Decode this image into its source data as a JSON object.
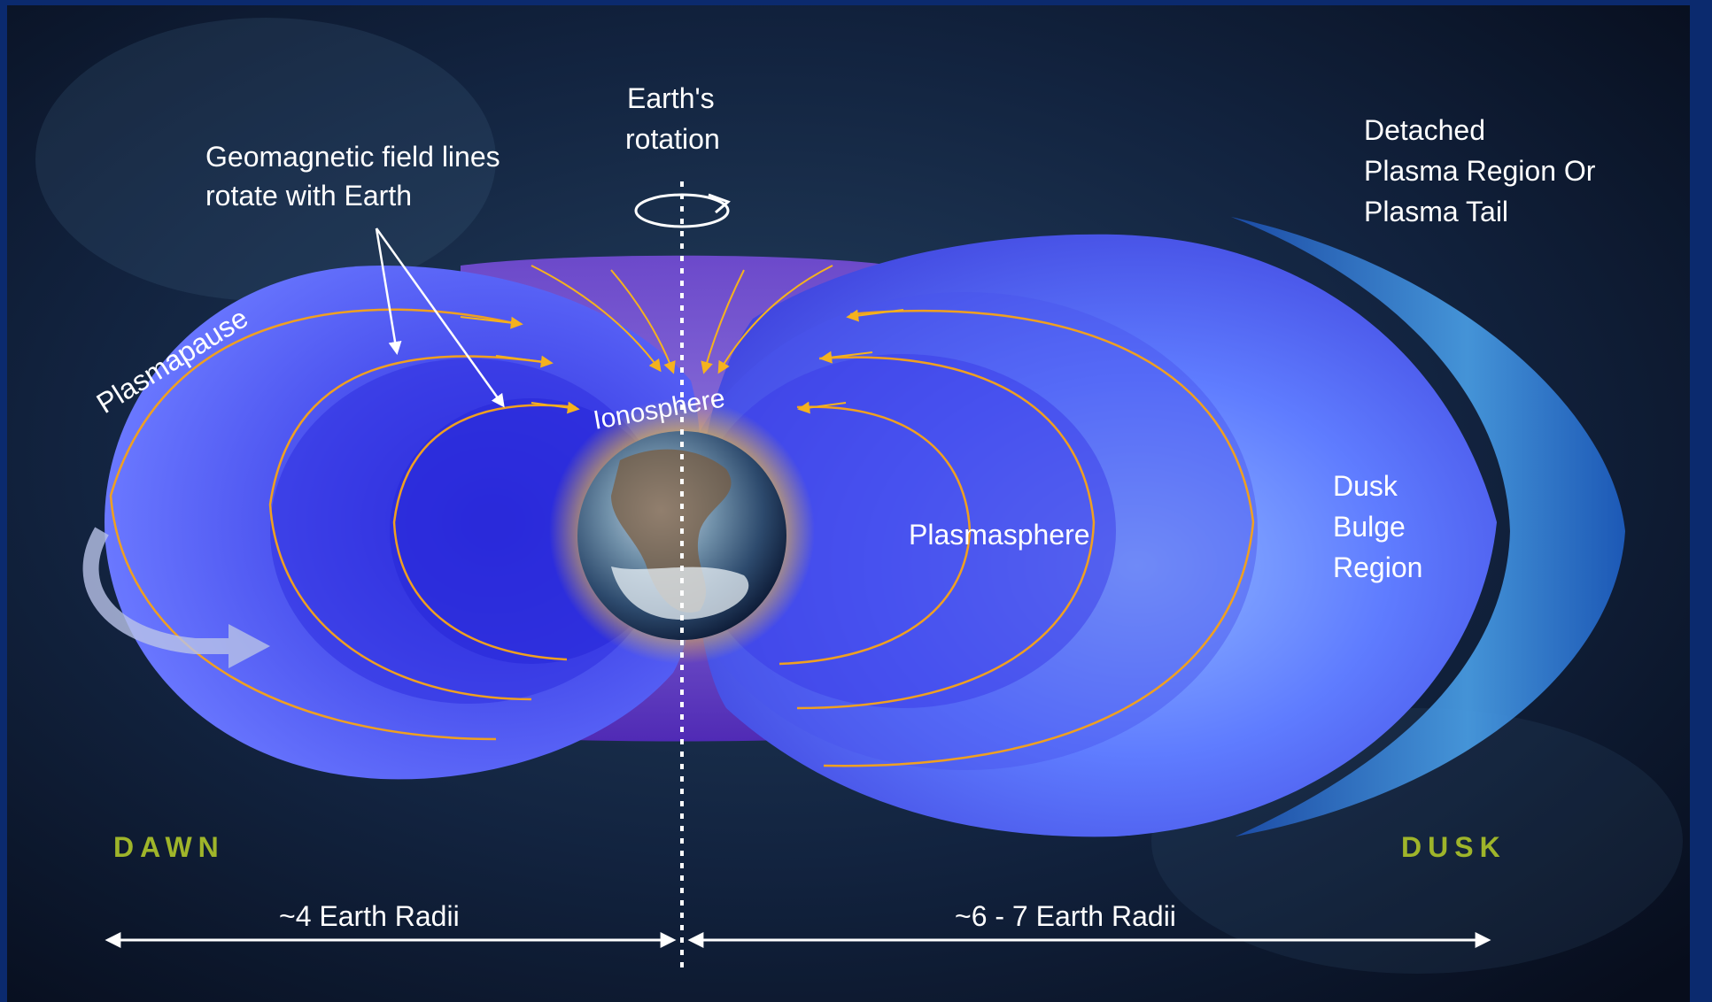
{
  "labels": {
    "geomagnetic_line1": "Geomagnetic field lines",
    "geomagnetic_line2": "rotate with Earth",
    "rotation_line1": "Earth's",
    "rotation_line2": "rotation",
    "detached_line1": "Detached",
    "detached_line2": "Plasma Region Or",
    "detached_line3": "Plasma Tail",
    "plasmapause": "Plasmapause",
    "ionosphere": "Ionosphere",
    "plasmasphere": "Plasmasphere",
    "dusk_bulge_line1": "Dusk",
    "dusk_bulge_line2": "Bulge",
    "dusk_bulge_line3": "Region",
    "dawn": "DAWN",
    "dusk": "DUSK",
    "left_distance": "~4 Earth Radii",
    "right_distance": "~6 - 7 Earth Radii"
  },
  "colors": {
    "background": "#0b2a6e",
    "space": "#0a1628",
    "plasmasphere": "#3f3fe8",
    "field_line": "#f0a020",
    "dawn_dusk_label": "#9fb52a",
    "text": "#ffffff"
  },
  "icons": [
    "rotation-arrow-icon",
    "dawn-flow-arrow-icon",
    "earth-globe-icon"
  ]
}
